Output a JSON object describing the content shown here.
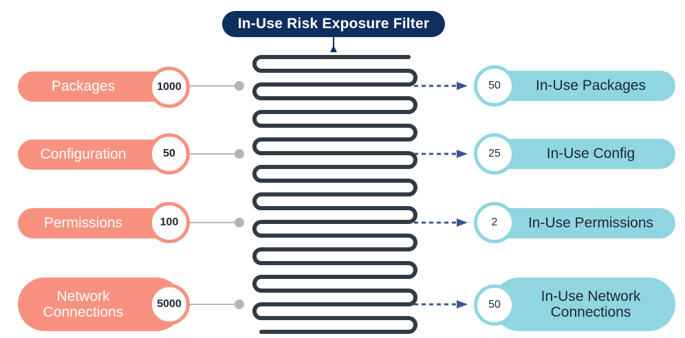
{
  "title": "In-Use Risk Exposure Filter",
  "colors": {
    "title_bg": "#0f2f5f",
    "input_accent": "#f8917f",
    "output_accent": "#8fd6e1",
    "filter_coil": "#323a44",
    "connector_gray": "#b5b5b5",
    "arrow_blue": "#3a5590"
  },
  "inputs": [
    {
      "label": "Packages",
      "count": "1000"
    },
    {
      "label": "Configuration",
      "count": "50"
    },
    {
      "label": "Permissions",
      "count": "100"
    },
    {
      "label": "Network\nConnections",
      "count": "5000"
    }
  ],
  "outputs": [
    {
      "label": "In-Use Packages",
      "count": "50"
    },
    {
      "label": "In-Use Config",
      "count": "25"
    },
    {
      "label": "In-Use Permissions",
      "count": "2"
    },
    {
      "label": "In-Use Network\nConnections",
      "count": "50"
    }
  ]
}
